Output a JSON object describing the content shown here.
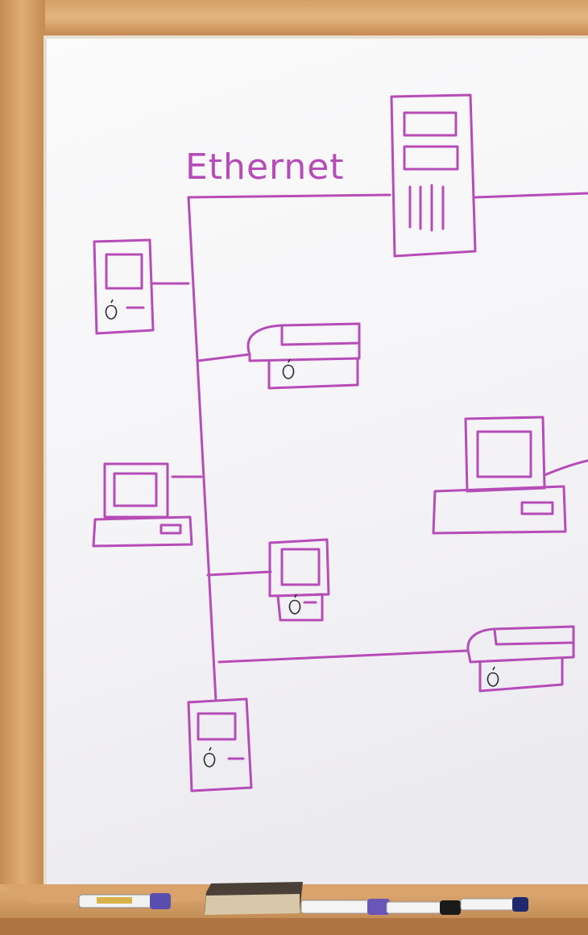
{
  "board": {
    "label": "Ethernet",
    "ink_color": "#b64cb8",
    "frame_color": "#c9925a"
  },
  "devices": {
    "server": "server-tower",
    "compact_macs": [
      "mac-compact",
      "mac-compact",
      "mac-compact"
    ],
    "desktop_macs": [
      "mac-desktop",
      "mac-desktop"
    ],
    "printers": [
      "laser-printer",
      "laser-printer"
    ]
  },
  "tray_items": [
    "eraser",
    "marker",
    "marker",
    "marker",
    "marker"
  ]
}
